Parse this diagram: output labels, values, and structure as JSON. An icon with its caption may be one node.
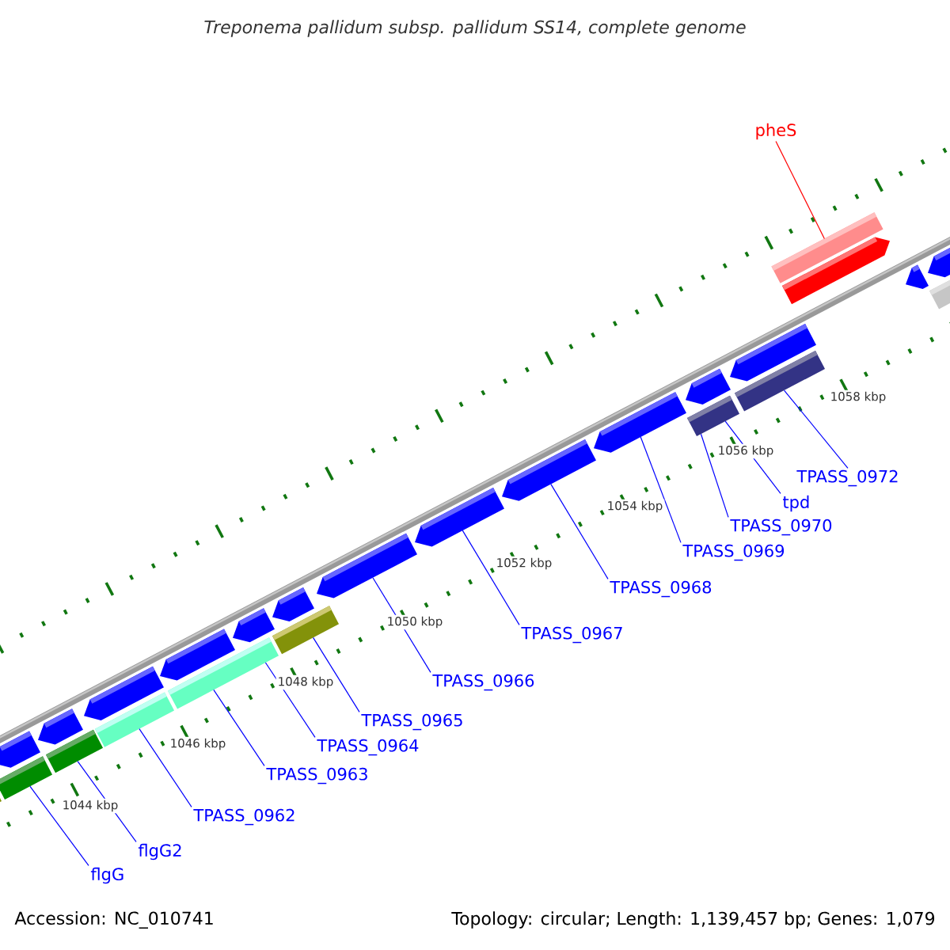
{
  "diagram": {
    "title": "Treponema pallidum subsp. pallidum SS14, complete genome",
    "nodes": [
      {
        "text": [
          "pheS"
        ]
      },
      {
        "text": [
          "flgG"
        ]
      },
      {
        "text": [
          "flgG2"
        ]
      },
      {
        "text": [
          "TPASS_0962"
        ]
      },
      {
        "text": [
          "TPASS_0963"
        ]
      },
      {
        "text": [
          "TPASS_0964"
        ]
      },
      {
        "text": [
          "TPASS_0965"
        ]
      },
      {
        "text": [
          "TPASS_0966"
        ]
      },
      {
        "text": [
          "TPASS_0967"
        ]
      },
      {
        "text": [
          "TPASS_0968"
        ]
      },
      {
        "text": [
          "TPASS_0969"
        ]
      },
      {
        "text": [
          "TPASS_0970"
        ]
      },
      {
        "text": [
          "tpd"
        ]
      },
      {
        "text": [
          "TPASS_0972"
        ]
      },
      {
        "text": [],
        "shape": "bar"
      },
      {
        "text": [],
        "shape": "pentagon"
      },
      {
        "text": [],
        "shape": "bar"
      },
      {
        "text": [],
        "shape": "pentagon"
      },
      {
        "text": [],
        "shape": "bar"
      },
      {
        "text": [],
        "shape": "pentagon"
      },
      {
        "text": [],
        "shape": "bar"
      },
      {
        "text": [],
        "shape": "pentagon"
      },
      {
        "text": [],
        "shape": "bar"
      },
      {
        "text": [],
        "shape": "pentagon"
      },
      {
        "text": [],
        "shape": "pentagon"
      },
      {
        "text": [],
        "shape": "bar"
      },
      {
        "text": [],
        "shape": "pentagon"
      },
      {
        "text": [],
        "shape": "pentagon"
      },
      {
        "text": [],
        "shape": "pentagon"
      },
      {
        "text": [],
        "shape": "pentagon"
      },
      {
        "text": [],
        "shape": "pentagon"
      },
      {
        "text": [],
        "shape": "bar"
      },
      {
        "text": [],
        "shape": "pentagon"
      },
      {
        "text": [],
        "shape": "bar"
      },
      {
        "text": [],
        "shape": "bar"
      },
      {
        "text": [],
        "shape": "pentagon"
      },
      {
        "text": [],
        "shape": "pentagon"
      },
      {
        "text": [],
        "shape": "pentagon"
      },
      {
        "text": [],
        "shape": "bar"
      }
    ],
    "edges": [
      {
        "from": 0,
        "to": 34,
        "arrow": "none",
        "color": "#ff0000"
      },
      {
        "from": 1,
        "to": 16,
        "arrow": "none"
      },
      {
        "from": 2,
        "to": 18,
        "arrow": "none"
      },
      {
        "from": 3,
        "to": 20,
        "arrow": "none"
      },
      {
        "from": 4,
        "to": 22,
        "arrow": "none"
      },
      {
        "from": 5,
        "to": 22,
        "arrow": "none"
      },
      {
        "from": 6,
        "to": 25,
        "arrow": "none"
      },
      {
        "from": 7,
        "to": 26,
        "arrow": "none"
      },
      {
        "from": 8,
        "to": 27,
        "arrow": "none"
      },
      {
        "from": 9,
        "to": 28,
        "arrow": "none"
      },
      {
        "from": 10,
        "to": 29,
        "arrow": "none"
      },
      {
        "from": 11,
        "to": 31,
        "arrow": "none"
      },
      {
        "from": 12,
        "to": 31,
        "arrow": "none"
      },
      {
        "from": 13,
        "to": 33,
        "arrow": "none"
      }
    ],
    "labels": [
      "1044 kbp",
      "1046 kbp",
      "1048 kbp",
      "1050 kbp",
      "1052 kbp",
      "1054 kbp",
      "1056 kbp",
      "1058 kbp",
      "Accession: NC_010741",
      "Topology: circular; Length: 1,139,457 bp; Genes: 1,079"
    ]
  }
}
